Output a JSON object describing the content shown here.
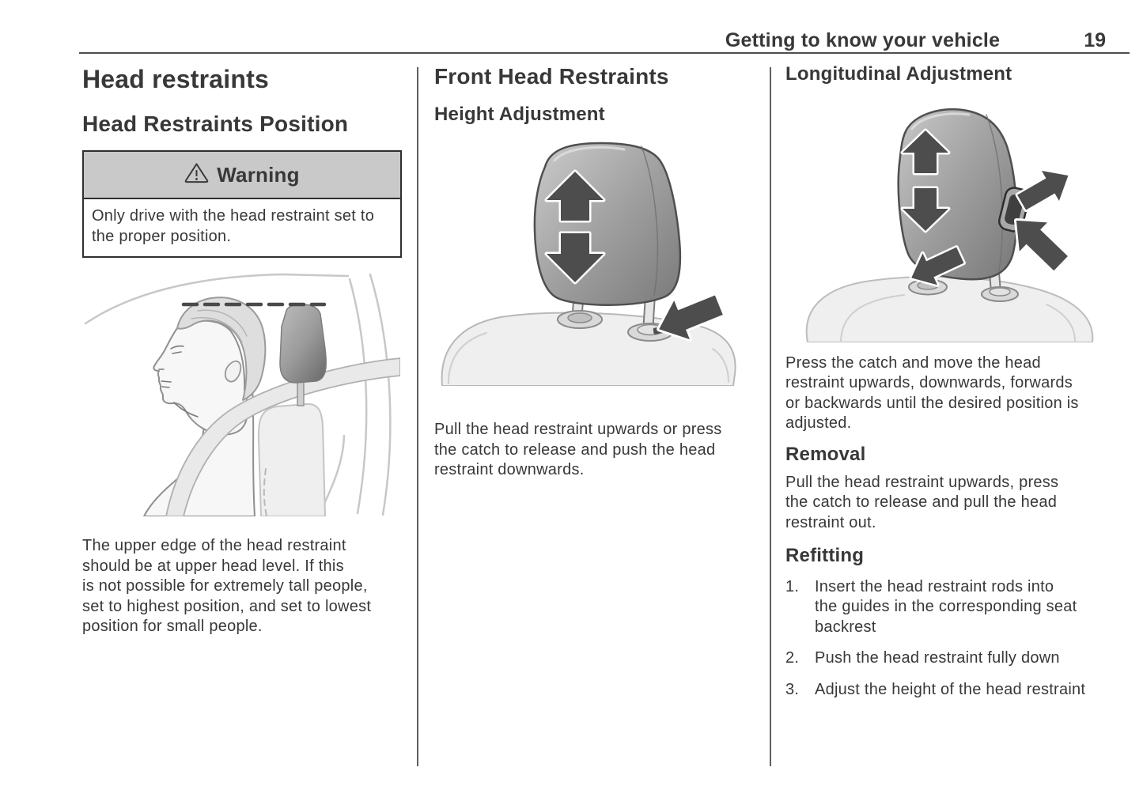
{
  "header": {
    "section_title": "Getting to know your vehicle",
    "page_number": "19"
  },
  "columns": {
    "left": {
      "chapter_title": "Head restraints",
      "section_title": "Head Restraints Position",
      "warning_box": {
        "icon": "warning-triangle-icon",
        "title": "Warning",
        "text": "Only drive with the head restraint set to\nthe proper position."
      },
      "figure": "head-restraint-position-illustration",
      "paragraph": "The upper edge of the head restraint\nshould be at upper head level. If this\nis not possible for extremely tall people,\nset to highest position, and set to lowest\nposition for small people."
    },
    "middle": {
      "section_title": "Front Head Restraints",
      "subsection_title": "Height Adjustment",
      "figure": "height-adjustment-illustration",
      "figure_icons": [
        "up-arrow-icon",
        "down-arrow-icon",
        "catch-pointer-arrow-icon"
      ],
      "paragraph": "Pull the head restraint upwards or press\nthe catch to release and push the head\nrestraint downwards."
    },
    "right": {
      "subsection_title": "Longitudinal Adjustment",
      "figure": "longitudinal-adjustment-illustration",
      "figure_icons": [
        "up-arrow-icon",
        "down-arrow-icon",
        "backward-arrow-icon",
        "press-catch-arrow-icon",
        "forward-arrow-icon"
      ],
      "paragraph": "Press the catch and move the head\nrestraint upwards, downwards, forwards\nor backwards until the desired position is\nadjusted.",
      "removal": {
        "title": "Removal",
        "paragraph": "Pull the head restraint upwards, press\nthe catch to release and pull the head\nrestraint out."
      },
      "refitting": {
        "title": "Refitting",
        "steps": [
          {
            "num": "1.",
            "text": "Insert the head restraint rods into\nthe guides in the corresponding seat\nbackrest"
          },
          {
            "num": "2.",
            "text": "Push the head restraint fully down"
          },
          {
            "num": "3.",
            "text": "Adjust the height of the head restraint"
          }
        ]
      }
    }
  },
  "colors": {
    "text": "#383838",
    "warning_header_bg": "#c9c9c9",
    "box_border": "#2f2f2f",
    "divider": "#5f5f5f",
    "header_rule": "#4e4e4e"
  }
}
